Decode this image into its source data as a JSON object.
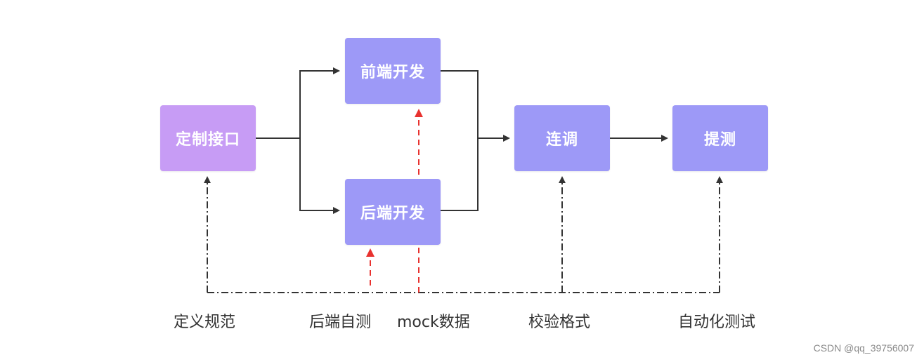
{
  "nodes": {
    "define": {
      "label": "定制接口",
      "color": "#c79cf5"
    },
    "frontend": {
      "label": "前端开发",
      "color": "#9d99f7"
    },
    "backend": {
      "label": "后端开发",
      "color": "#9d99f7"
    },
    "joint": {
      "label": "连调",
      "color": "#9d99f7"
    },
    "test": {
      "label": "提测",
      "color": "#9d99f7"
    }
  },
  "labels": {
    "spec": "定义规范",
    "selftest": "后端自测",
    "mock": "mock数据",
    "validate": "校验格式",
    "autotest": "自动化测试"
  },
  "colors": {
    "line": "#333333",
    "dashed": "#333333",
    "mock_arrow": "#e8322f"
  },
  "watermark": "CSDN @qq_39756007"
}
